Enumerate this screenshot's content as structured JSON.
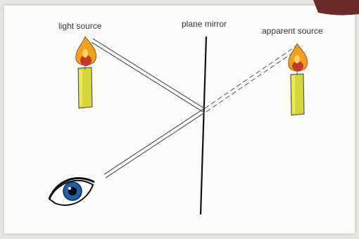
{
  "labels": {
    "light_source": "light source",
    "plane_mirror": "plane mirror",
    "apparent_source": "apparent source"
  },
  "colors": {
    "candle_body": "#d8d43c",
    "flame_outer": "#f0a020",
    "flame_inner": "#c0392b",
    "iris": "#1f5fa8",
    "mirror": "#111111",
    "ray": "#555555"
  },
  "icons": {
    "light_source": "candle-icon",
    "apparent_source": "candle-icon",
    "observer": "eye-icon"
  }
}
